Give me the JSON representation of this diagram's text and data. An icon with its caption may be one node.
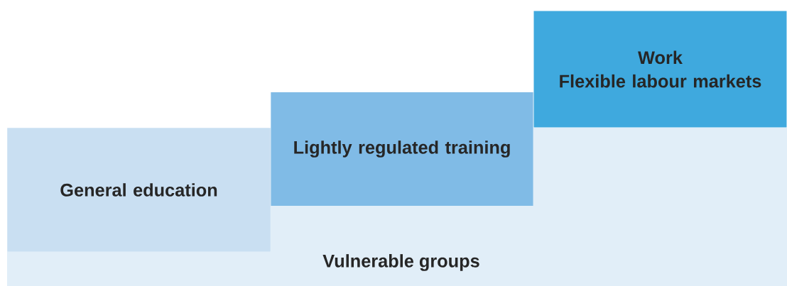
{
  "diagram": {
    "nodes": [
      {
        "text": [
          "General education"
        ]
      },
      {
        "text": [
          "Lightly regulated training"
        ]
      },
      {
        "text": [
          "Work",
          "Flexible labour markets"
        ]
      },
      {
        "text": [
          "Vulnerable groups"
        ]
      }
    ]
  }
}
